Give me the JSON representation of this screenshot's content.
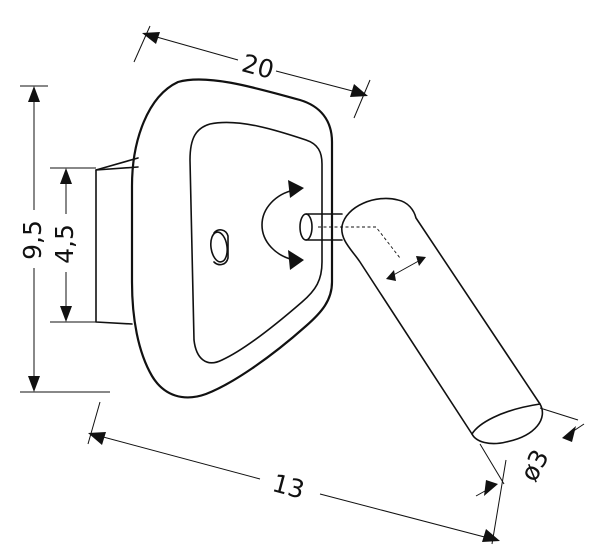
{
  "dimensions": {
    "width_top": "20",
    "height_total": "9,5",
    "height_base": "4,5",
    "depth_arm": "13",
    "diameter": "ø3"
  }
}
